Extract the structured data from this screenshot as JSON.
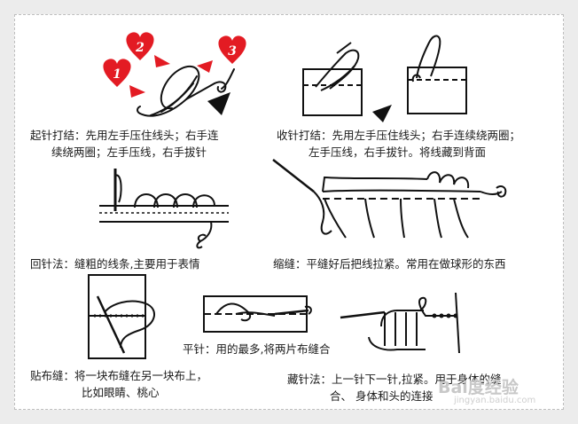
{
  "captions": {
    "qizhen_line1": "起针打结：先用左手压住线头；右手连",
    "qizhen_line2": "续绕两圈；左手压线，右手拔针",
    "shouzhen_line1": "收针打结：先用左手压住线头；右手连续绕两圈；",
    "shouzhen_line2": "左手压线，右手拔针。将线藏到背面",
    "huizhen": "回针法：缝粗的线条,主要用于表情",
    "suofeng": "缩缝：平缝好后把线拉紧。常用在做球形的东西",
    "pingzhen": "平针：用的最多,将两片布缝合",
    "tiebufeng_line1": "贴布缝：将一块布缝在另一块布上，",
    "tiebufeng_line2": "比如眼睛、桃心",
    "cangzhen_line1": "藏针法：上一针下一针,拉紧。用于身体的缝",
    "cangzhen_line2": "合、 身体和头的连接"
  },
  "step_badges": [
    "1",
    "2",
    "3"
  ],
  "watermark": {
    "brand": "Bai度经验",
    "url": "jingyan.baidu.com"
  },
  "colors": {
    "background": "#ececec",
    "card": "#ffffff",
    "heart_red": "#e31b23",
    "line": "#111111"
  }
}
